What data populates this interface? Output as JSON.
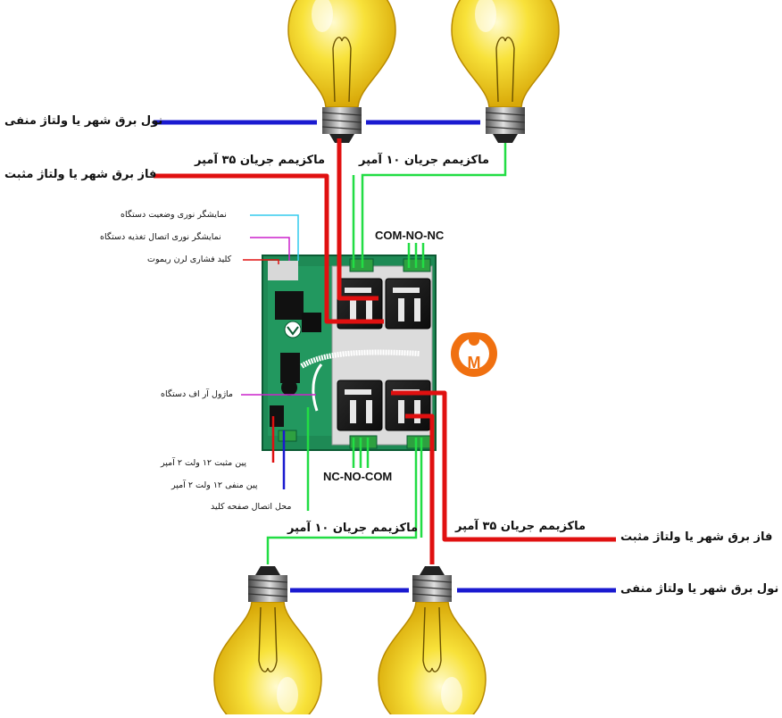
{
  "labels": {
    "neutral_top": "نول برق شهر یا ولتاژ منفی",
    "phase_top": "فاز برق شهر یا ولتاژ مثبت",
    "max_35_top": "ماکزیمم جریان ۳۵ آمپر",
    "max_10_top": "ماکزیمم جریان ۱۰ آمپر",
    "com_no_nc": "COM-NO-NC",
    "nc_no_com": "NC-NO-COM",
    "status_led": "نمایشگر نوری وضعیت دستگاه",
    "power_led": "نمایشگر نوری اتصال تغذیه دستگاه",
    "learn_button": "کلید فشاری لرن ریموت",
    "rf_module": "ماژول آر اف دستگاه",
    "pin_positive": "پین مثبت ۱۲ ولت ۲ آمپر",
    "pin_negative": "پین منفی ۱۲ ولت ۲ آمپر",
    "keypad_conn": "محل اتصال صفحه کلید",
    "max_10_bottom": "ماکزیمم جریان ۱۰ آمپر",
    "max_35_bottom": "ماکزیمم جریان ۳۵ آمپر",
    "phase_bottom": "فاز برق شهر یا ولتاژ مثبت",
    "neutral_bottom": "نول برق شهر یا ولتاژ منفی",
    "logo_letter": "M"
  },
  "colors": {
    "neutral_wire": "#1a1ad0",
    "phase_wire": "#e01010",
    "low_current_wire": "#22dd44",
    "status_led_line": "#33ccee",
    "power_led_line": "#cc22cc",
    "button_line": "#e01010",
    "bulb_glass": "#f0d020",
    "pcb": "#1e8a55",
    "logo": "#f07010"
  },
  "icons": [
    "light-bulb-icon",
    "brand-logo-icon"
  ]
}
